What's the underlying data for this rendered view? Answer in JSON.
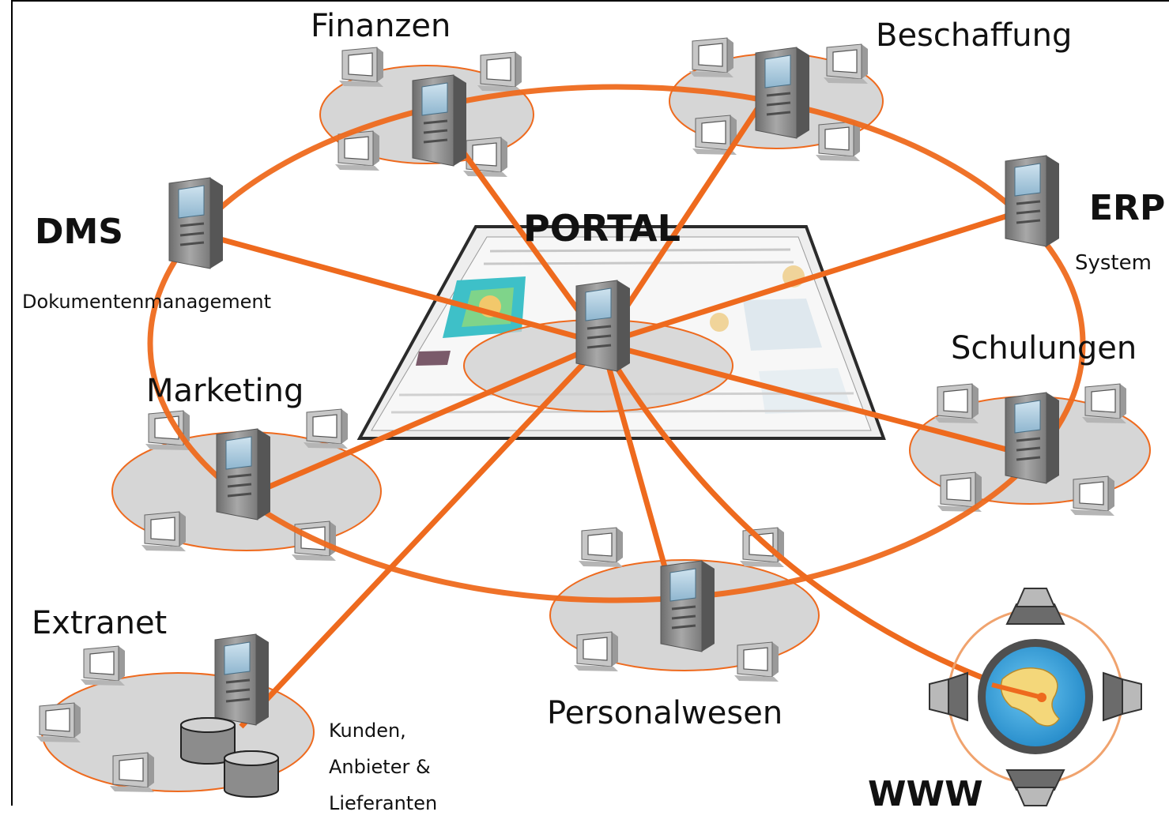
{
  "diagram": {
    "center": {
      "title": "PORTAL"
    },
    "nodes": [
      {
        "id": "finanzen",
        "label": "Finanzen"
      },
      {
        "id": "beschaffung",
        "label": "Beschaffung"
      },
      {
        "id": "erp",
        "label": "ERP",
        "sublabel": "System"
      },
      {
        "id": "dms",
        "label": "DMS",
        "sublabel": "Dokumentenmanagement"
      },
      {
        "id": "schulungen",
        "label": "Schulungen"
      },
      {
        "id": "marketing",
        "label": "Marketing"
      },
      {
        "id": "personalwesen",
        "label": "Personalwesen"
      },
      {
        "id": "extranet",
        "label": "Extranet",
        "note_lines": [
          "Kunden,",
          "Anbieter &",
          "Lieferanten"
        ]
      },
      {
        "id": "www",
        "label": "WWW"
      }
    ],
    "colors": {
      "connector": "#ee6a1e",
      "group_fill": "#d6d6d6",
      "group_stroke": "#ee6a1e",
      "server_front": "#8a8a8a",
      "server_side": "#5c5c5c",
      "server_panel": "#a9c8dd",
      "globe_ocean": "#3aa5e0",
      "globe_land": "#f4d77a"
    },
    "icons": [
      "server-icon",
      "workstation-icon",
      "database-icon",
      "globe-icon",
      "portal-screen-icon"
    ]
  }
}
